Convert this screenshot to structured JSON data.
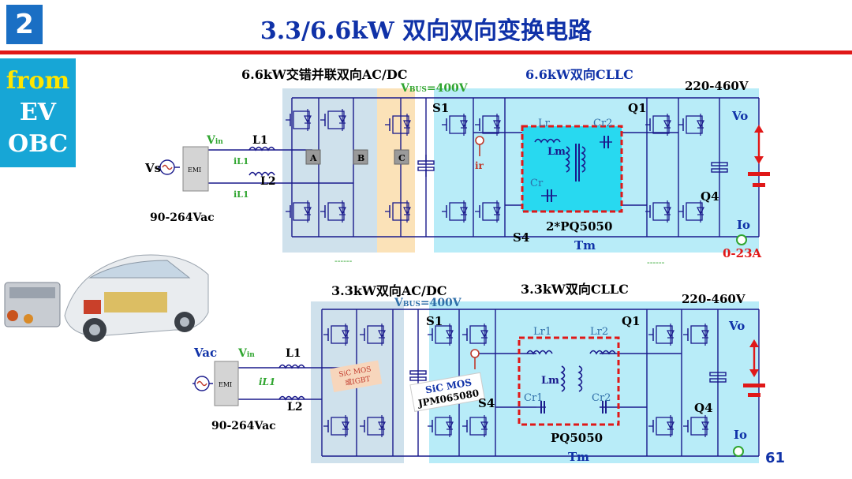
{
  "slide_number": "2",
  "title": "3.3/6.6kW 双向双向变换电路",
  "side_tag": {
    "line1": "from",
    "line2": "EV",
    "line3": "OBC"
  },
  "page_number": "61",
  "top": {
    "acdc_label": "6.6kW交错并联双向AC/DC",
    "cllc_label": "6.6kW双向CLLC",
    "vbus": "V",
    "vbus_sub": "BUS",
    "vbus_val": "=400V",
    "vout_range": "220-460V",
    "vs": "Vs",
    "vin": "V",
    "vin_sub": "in",
    "l1": "L1",
    "l2": "L2",
    "il1a": "iL1",
    "il1b": "iL1",
    "emi": "EMI",
    "vac_range": "90-264Vac",
    "node_a": "A",
    "node_b": "B",
    "node_c": "C",
    "s1": "S1",
    "s4": "S4",
    "ir": "ir",
    "lr": "Lr",
    "lm": "Lm",
    "cr": "Cr",
    "cr2": "Cr2",
    "q1": "Q1",
    "q4": "Q4",
    "vo": "Vo",
    "io": "Io",
    "core": "2*PQ5050",
    "tm": "Tm",
    "current_range": "0-23A",
    "dots_left": "------",
    "dots_right": "------"
  },
  "bottom": {
    "acdc_label": "3.3kW双向AC/DC",
    "cllc_label": "3.3kW双向CLLC",
    "vbus": "V",
    "vbus_sub": "BUS",
    "vbus_val": "=400V",
    "vout_range": "220-460V",
    "vac": "Vac",
    "vin": "V",
    "vin_sub": "in",
    "l1": "L1",
    "l2": "L2",
    "il1": "iL1",
    "emi": "EMI",
    "vac_range": "90-264Vac",
    "sic_note_1": "SiC MOS",
    "sic_note_2": "或IGBT",
    "sic_part_1": "SiC MOS",
    "sic_part_2": "JPM065080",
    "s1": "S1",
    "s4": "S4",
    "lr1": "Lr1",
    "lr2": "Lr2",
    "lm": "Lm",
    "cr1": "Cr1",
    "cr2": "Cr2",
    "q1": "Q1",
    "q4": "Q4",
    "vo": "Vo",
    "io": "Io",
    "core": "PQ5050",
    "tm": "Tm"
  },
  "colors": {
    "title": "#1032a8",
    "accent_red": "#e01818",
    "side_tag": "#17a6d6",
    "green_label": "#2fa52f",
    "cllc_bg": "#b8ecf8",
    "acdc_bg": "#cfe1ec",
    "c_leg_bg": "#fbe2b8",
    "transformer_fill": "#28d9f0",
    "wire": "#1a1a8c"
  }
}
